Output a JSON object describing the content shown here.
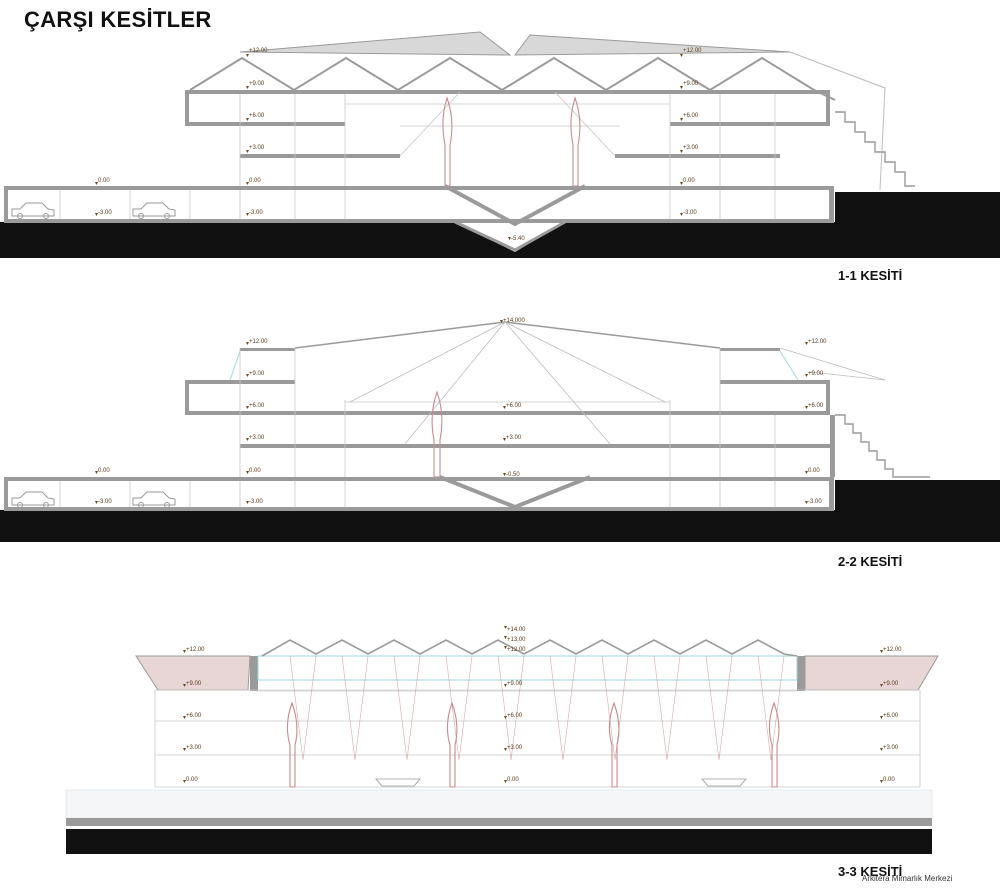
{
  "sheet_title": "ÇARŞI KESİTLER",
  "credit": "Arkitera Mimarlık Merkezi",
  "sections": [
    {
      "label": "1-1 KESİTİ",
      "levels": [
        "+12.00",
        "+12.00",
        "+9.00",
        "+9.00",
        "+6.00",
        "+6.00",
        "+3.00",
        "+3.00",
        "0.00",
        "0.00",
        "0.00",
        "-3.00",
        "-3.00",
        "-3.00",
        "-5.40"
      ]
    },
    {
      "label": "2-2 KESİTİ",
      "levels": [
        "+14.000",
        "+12.00",
        "+12.00",
        "+9.00",
        "+9.00",
        "+6.00",
        "+6.00",
        "+6.00",
        "+3.00",
        "+3.00",
        "0.00",
        "0.00",
        "0.00",
        "-0.50",
        "-3.00",
        "-3.00",
        "-3.00"
      ]
    },
    {
      "label": "3-3 KESİTİ",
      "levels": [
        "+14.00",
        "+13.00",
        "+12.00",
        "+12.00",
        "+12.00",
        "+9.00",
        "+9.00",
        "+9.00",
        "+6.00",
        "+6.00",
        "+6.00",
        "+3.00",
        "+3.00",
        "+3.00",
        "0.00",
        "0.00",
        "0.00"
      ]
    }
  ],
  "colors": {
    "ground": "#111111",
    "structure": "#9a9a9a",
    "thin_line": "#c8c8c8",
    "tree": "#c98b8b",
    "glass": "#9ed8dc",
    "level_text": "#5a3a1a",
    "marker": "#6b4a1a"
  }
}
